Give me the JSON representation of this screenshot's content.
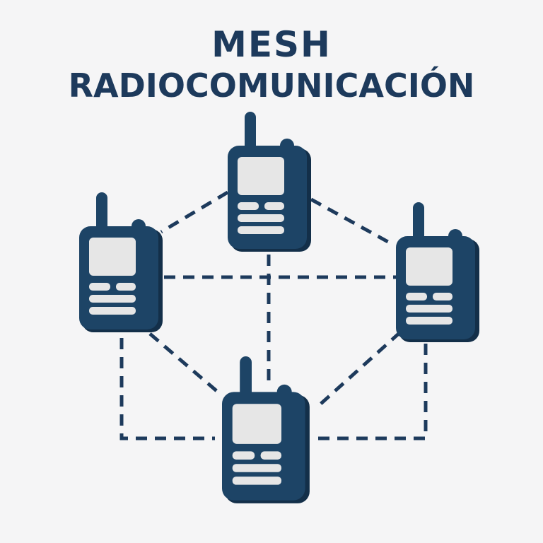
{
  "title": {
    "line1": "MESH",
    "line2": "RADIOCOMUNICACIÓN"
  },
  "colors": {
    "background": "#f5f5f6",
    "radio_body": "#1d4466",
    "radio_screen": "#e6e6e6",
    "link_line": "#1d3a5c",
    "title_text": "#1d3a5c"
  },
  "nodes": [
    {
      "id": "top",
      "icon": "walkie-talkie-icon"
    },
    {
      "id": "left",
      "icon": "walkie-talkie-icon"
    },
    {
      "id": "right",
      "icon": "walkie-talkie-icon"
    },
    {
      "id": "bottom",
      "icon": "walkie-talkie-icon"
    }
  ],
  "links": [
    [
      "top",
      "left"
    ],
    [
      "top",
      "right"
    ],
    [
      "top",
      "bottom"
    ],
    [
      "left",
      "right"
    ],
    [
      "left",
      "bottom"
    ],
    [
      "right",
      "bottom"
    ],
    [
      "left",
      "bottom-corner"
    ],
    [
      "right",
      "bottom-corner"
    ]
  ]
}
